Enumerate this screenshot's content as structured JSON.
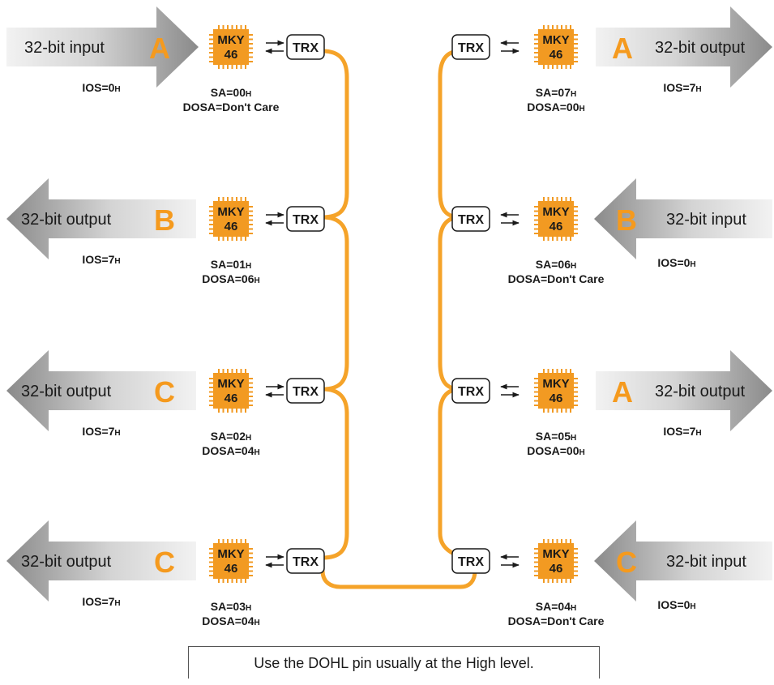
{
  "colors": {
    "cable": "#f5a329",
    "chip": "#f29a22",
    "letter": "#f59a1e",
    "arrow_dark": "#8c8c8c",
    "arrow_light": "#f2f2f2"
  },
  "nodes": [
    {
      "side": "left",
      "arrow_dir": "right",
      "arrow_label": "32-bit input",
      "letter": "A",
      "ios": "IOS=0",
      "sa": "SA=00",
      "dosa": "DOSA=Don't Care",
      "chip_line1": "MKY",
      "chip_line2": "46",
      "trx": "TRX"
    },
    {
      "side": "left",
      "arrow_dir": "left",
      "arrow_label": "32-bit output",
      "letter": "B",
      "ios": "IOS=7",
      "sa": "SA=01",
      "dosa": "DOSA=06",
      "chip_line1": "MKY",
      "chip_line2": "46",
      "trx": "TRX"
    },
    {
      "side": "left",
      "arrow_dir": "left",
      "arrow_label": "32-bit output",
      "letter": "C",
      "ios": "IOS=7",
      "sa": "SA=02",
      "dosa": "DOSA=04",
      "chip_line1": "MKY",
      "chip_line2": "46",
      "trx": "TRX"
    },
    {
      "side": "left",
      "arrow_dir": "left",
      "arrow_label": "32-bit output",
      "letter": "C",
      "ios": "IOS=7",
      "sa": "SA=03",
      "dosa": "DOSA=04",
      "chip_line1": "MKY",
      "chip_line2": "46",
      "trx": "TRX"
    },
    {
      "side": "right",
      "arrow_dir": "right",
      "arrow_label": "32-bit output",
      "letter": "A",
      "ios": "IOS=7",
      "sa": "SA=07",
      "dosa": "DOSA=00",
      "chip_line1": "MKY",
      "chip_line2": "46",
      "trx": "TRX"
    },
    {
      "side": "right",
      "arrow_dir": "left",
      "arrow_label": "32-bit input",
      "letter": "B",
      "ios": "IOS=0",
      "sa": "SA=06",
      "dosa": "DOSA=Don't Care",
      "chip_line1": "MKY",
      "chip_line2": "46",
      "trx": "TRX"
    },
    {
      "side": "right",
      "arrow_dir": "right",
      "arrow_label": "32-bit output",
      "letter": "A",
      "ios": "IOS=7",
      "sa": "SA=05",
      "dosa": "DOSA=00",
      "chip_line1": "MKY",
      "chip_line2": "46",
      "trx": "TRX"
    },
    {
      "side": "right",
      "arrow_dir": "left",
      "arrow_label": "32-bit input",
      "letter": "C",
      "ios": "IOS=0",
      "sa": "SA=04",
      "dosa": "DOSA=Don't Care",
      "chip_line1": "MKY",
      "chip_line2": "46",
      "trx": "TRX"
    }
  ],
  "hex_suffix": "H",
  "note": "Use the DOHL pin usually at the High level."
}
